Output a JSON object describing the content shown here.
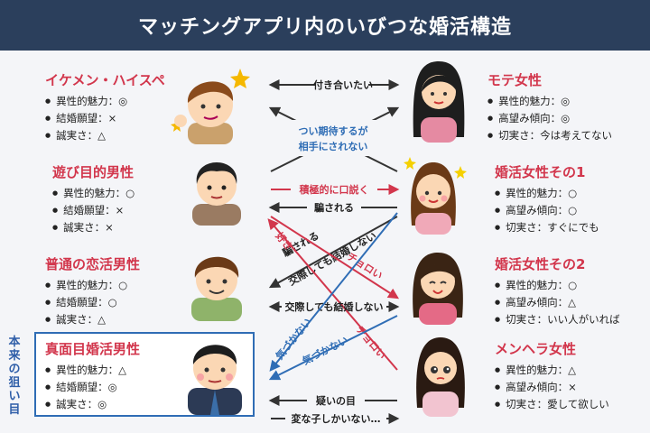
{
  "title": "マッチングアプリ内のいびつな婚活構造",
  "side_label": [
    "本",
    "来",
    "の",
    "狙",
    "い",
    "目"
  ],
  "men": [
    {
      "name": "イケメン・ハイスペ",
      "attrs": [
        "異性的魅力：◎",
        "結婚願望：×",
        "誠実さ：△"
      ]
    },
    {
      "name": "遊び目的男性",
      "attrs": [
        "異性的魅力：○",
        "結婚願望：×",
        "誠実さ：×"
      ]
    },
    {
      "name": "普通の恋活男性",
      "attrs": [
        "異性的魅力：○",
        "結婚願望：○",
        "誠実さ：△"
      ]
    },
    {
      "name": "真面目婚活男性",
      "attrs": [
        "異性的魅力：△",
        "結婚願望：◎",
        "誠実さ：◎"
      ]
    }
  ],
  "women": [
    {
      "name": "モテ女性",
      "attrs": [
        "異性的魅力：◎",
        "高望み傾向：◎",
        "切実さ：今は考えてない"
      ]
    },
    {
      "name": "婚活女性その1",
      "attrs": [
        "異性的魅力：○",
        "高望み傾向：○",
        "切実さ：すぐにでも"
      ]
    },
    {
      "name": "婚活女性その2",
      "attrs": [
        "異性的魅力：○",
        "高望み傾向：△",
        "切実さ：いい人がいれば"
      ]
    },
    {
      "name": "メンヘラ女性",
      "attrs": [
        "異性的魅力：△",
        "高望み傾向：×",
        "切実さ：愛して欲しい"
      ]
    }
  ],
  "links": {
    "want_date": "付き合いたい",
    "expect_1": "つい期待するが",
    "expect_2": "相手にされない",
    "court": "積極的に口説く",
    "fooled_1": "騙される",
    "fooled_2": "騙される",
    "no_marry_1": "交際しても結婚しない",
    "no_marry_2": "交際しても結婚しない",
    "easy_1": "チョロい",
    "easy_2": "チョロい",
    "target": "好き",
    "unaware_1": "気づかない",
    "unaware_2": "気づかない",
    "doubt": "疑いの目",
    "weird": "変な子しかいない…"
  },
  "colors": {
    "header": "#2b3f5c",
    "red": "#d2364c",
    "blue": "#2f6db5",
    "dark": "#333333"
  }
}
